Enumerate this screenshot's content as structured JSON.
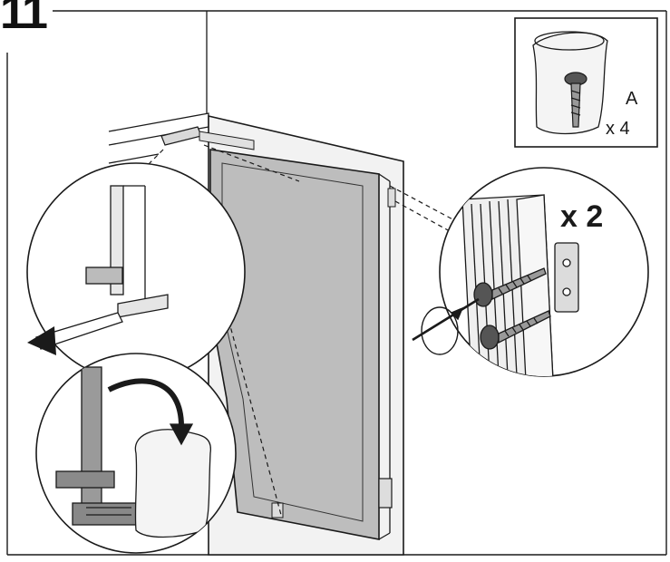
{
  "step": {
    "number": "11"
  },
  "inset_parts": {
    "part_letter": "A",
    "quantity": "x 4"
  },
  "inset_screws": {
    "multiplier": "x 2"
  },
  "icons": [
    "bag-of-screws-icon",
    "screw-icon",
    "screwdriver-icon",
    "rotation-arrow-icon",
    "hinge-bracket-icon",
    "pull-arrow-icon",
    "curved-arrow-icon"
  ],
  "colors": {
    "line": "#1a1a1a",
    "panel_fill": "#bdbdbd",
    "frame_fill": "#e6e6e6",
    "background": "#ffffff"
  }
}
